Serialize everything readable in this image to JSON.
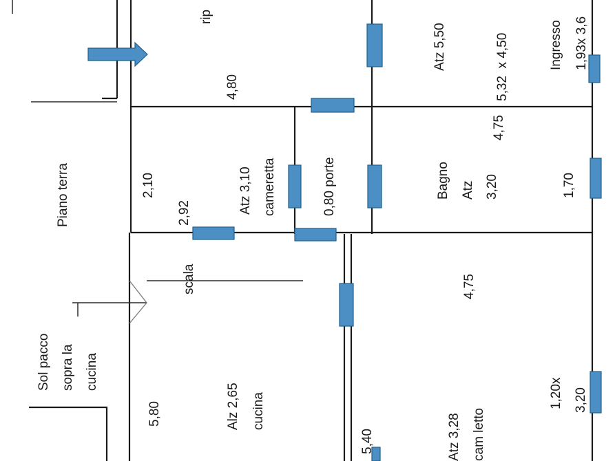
{
  "colors": {
    "wall": "#1a1a1a",
    "door": "#4b8fc4",
    "arrow": "#4b8fc4",
    "background": "#ffffff"
  },
  "labels": {
    "ripostiglio": "rip",
    "ripostiglio_dim": "4,80",
    "atz_550": "Atz 5,50",
    "soggiorno_dim": "5,32  x 4,50",
    "ingresso": "Ingresso",
    "ingresso_dim": "1,93x 3,6",
    "piano_terra": "Piano terra",
    "dim_210": "2,10",
    "dim_292": "2,92",
    "cameretta_atz": "Atz 3,10",
    "cameretta": "cameretta",
    "porte": "0,80 porte",
    "dim_475_bagno": "4,75",
    "bagno": "Bagno",
    "bagno_atz": "Atz",
    "bagno_dim": "3,20",
    "dim_170": "1,70",
    "scala": "scala",
    "dim_475_letto": "4,75",
    "sol_pacco_1": "Sol pacco",
    "sol_pacco_2": "sopra la",
    "sol_pacco_3": "cucina",
    "dim_580": "5,80",
    "cucina_alz": "Alz 2,65",
    "cucina": "cucina",
    "dim_540": "5,40",
    "letto_atz": "Atz 3,28",
    "letto": "cam letto",
    "dim_120": "1,20x",
    "dim_320": "3,20"
  }
}
